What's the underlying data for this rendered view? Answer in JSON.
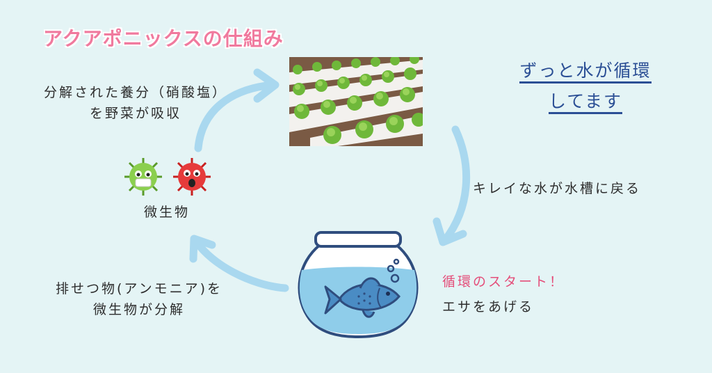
{
  "title": "アクアポニックスの仕組み",
  "loop_note": {
    "line1": "ずっと水が循環",
    "line2": "してます"
  },
  "labels": {
    "nutrient_absorb": {
      "line1": "分解された養分（硝酸塩）",
      "line2": "を野菜が吸収"
    },
    "clean_water": "キレイな水が水槽に戻る",
    "microbes": "微生物",
    "waste_decompose": {
      "line1": "排せつ物(アンモニア)を",
      "line2": "微生物が分解"
    },
    "start": {
      "line1": "循環のスタート！",
      "line2": "エサをあげる"
    }
  },
  "colors": {
    "title": "#f07a9e",
    "arrow": "#a9d8ef",
    "loop_note": "#2b4f95",
    "start": "#e44e7a",
    "background": "#e4f4f5"
  },
  "icons": [
    "hydroponic-lettuce-photo",
    "green-microbe-icon",
    "red-microbe-icon",
    "fishbowl-icon",
    "fish-icon"
  ]
}
